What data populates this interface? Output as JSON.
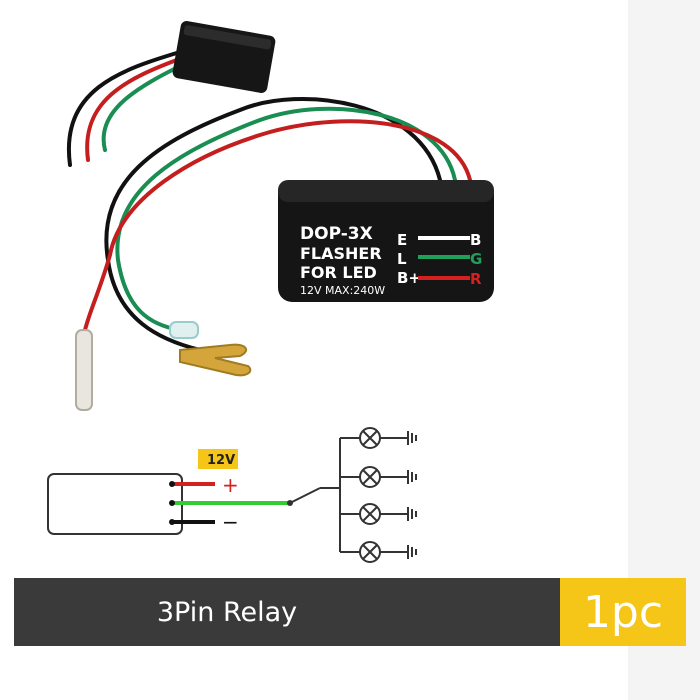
{
  "product": {
    "model": "DOP-3X",
    "line2": "FLASHER",
    "line3": "FOR LED",
    "rating": "12V MAX:240W",
    "pins": [
      {
        "left": "E",
        "right": "B"
      },
      {
        "left": "L",
        "right": "G"
      },
      {
        "left": "B+",
        "right": "R"
      }
    ]
  },
  "diagram": {
    "voltage": "12V",
    "plus": "+",
    "minus": "−"
  },
  "banner": {
    "label": "3Pin Relay",
    "quantity": "1pc"
  },
  "colors": {
    "banner_bg": "#3a3a3a",
    "badge_bg": "#f5c518",
    "wire_red": "#d42020",
    "wire_green": "#1fa05a",
    "wire_black": "#111111"
  }
}
